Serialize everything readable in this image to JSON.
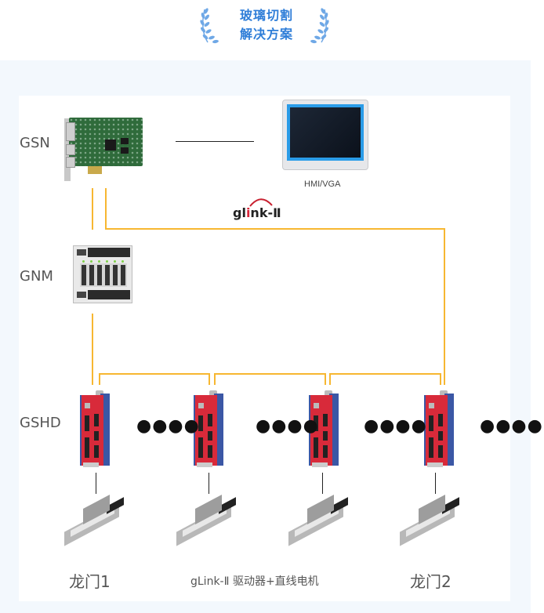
{
  "header": {
    "title_line1": "玻璃切割",
    "title_line2": "解决方案",
    "accent_color": "#2f7ed8"
  },
  "diagram": {
    "rows": [
      {
        "label": "GSN",
        "device": "motion-controller-card"
      },
      {
        "label": "GNM",
        "device": "io-module"
      },
      {
        "label": "GSHD",
        "device": "servo-drive"
      }
    ],
    "hmi_label": "HMI/VGA",
    "bus_logo": {
      "prefix": "gl",
      "accent": "i",
      "suffix": "nk-Ⅱ"
    },
    "drive_count": 4,
    "ellipsis": "●●●●",
    "bottom_labels": {
      "gantry1": "龙门1",
      "center": "gLink-Ⅱ 驱动器+直线电机",
      "gantry2": "龙门2"
    },
    "wire_color": "#f7b731"
  }
}
